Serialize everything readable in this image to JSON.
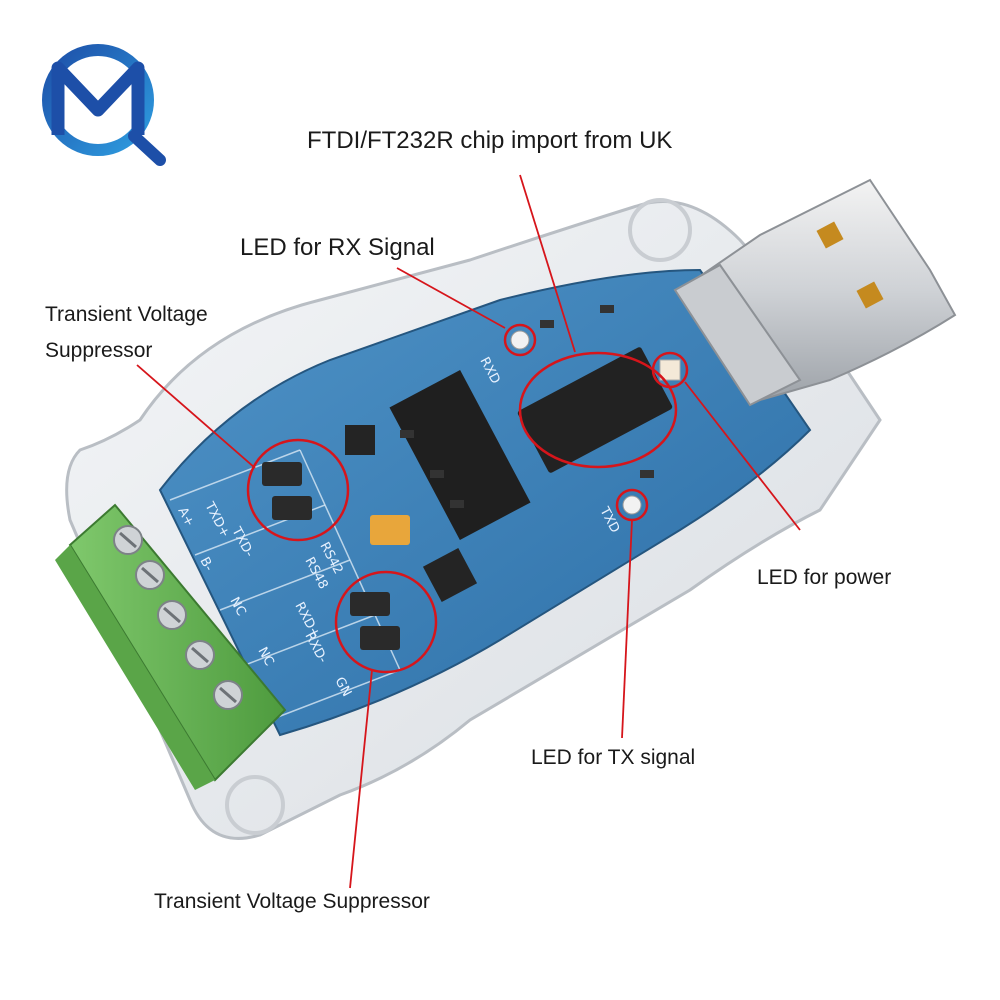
{
  "image": {
    "background": "#ffffff",
    "callout_color": "#d6151b"
  },
  "callouts": {
    "chip": "FTDI/FT232R chip import from UK",
    "led_rx": "LED for RX Signal",
    "tvs_top": "Transient Voltage Suppressor",
    "led_power": "LED for power",
    "led_tx": "LED for TX signal",
    "tvs_bottom": "Transient Voltage Suppressor"
  },
  "board_labels": {
    "txd_plus": "TXD+",
    "txd_minus": "TXD-",
    "rxd_plus": "RXD+",
    "rxd_minus": "RXD-",
    "gnd": "GN",
    "a_plus": "A+",
    "b_minus": "B-",
    "nc1": "NC",
    "nc2": "NC",
    "rs422": "RS42",
    "rs485": "RS48",
    "rxd_led": "RXD",
    "txd_led": "TXD"
  },
  "logo": {
    "letter": "M",
    "colors": [
      "#1d4fa8",
      "#2e9de0"
    ]
  }
}
